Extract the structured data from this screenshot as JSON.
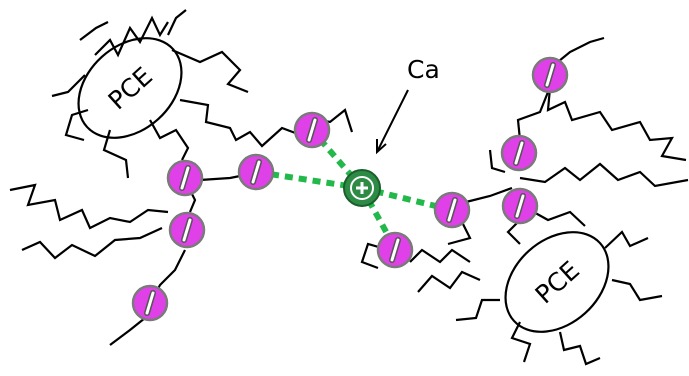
{
  "labels": {
    "pce_left": "PCE",
    "pce_right": "PCE",
    "ca": "Ca"
  },
  "symbols": {
    "anion": "/",
    "cation": "+"
  },
  "colors": {
    "anion_fill": "#e040e8",
    "anion_stroke": "#7a7a7a",
    "cation_fill": "#2e8b45",
    "bridge": "#22b84a",
    "chain": "#000000"
  }
}
